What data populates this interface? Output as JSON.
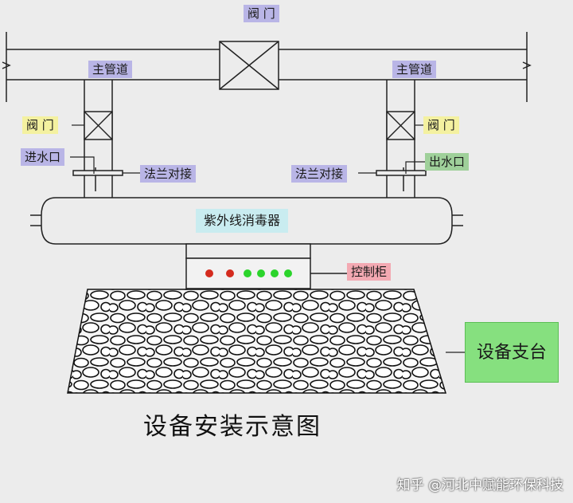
{
  "labels": {
    "valve_top": "阀    门",
    "main_pipe_left": "主管道",
    "main_pipe_right": "主管道",
    "valve_left": "阀    门",
    "valve_right": "阀    门",
    "inlet": "进水口",
    "outlet": "出水口",
    "flange_left": "法兰对接",
    "flange_right": "法兰对接",
    "uv_sterilizer": "紫外线消毒器",
    "control_cabinet": "控制柜",
    "equipment_support": "设备支台"
  },
  "title": "设备安装示意图",
  "watermark": "知乎 @河北中赋能环保科技",
  "colors": {
    "label_purple": "#b9b5e6",
    "label_yellow": "#f4f1a0",
    "label_green": "#9fd09a",
    "label_cyan": "#c9ecf0",
    "label_pink": "#f3a9b2",
    "label_support": "#86e07f",
    "lamp_red": "#d42b1e",
    "lamp_green": "#2bd42b"
  },
  "indicator_lights": [
    "red",
    "red",
    "green",
    "green",
    "green",
    "green"
  ]
}
